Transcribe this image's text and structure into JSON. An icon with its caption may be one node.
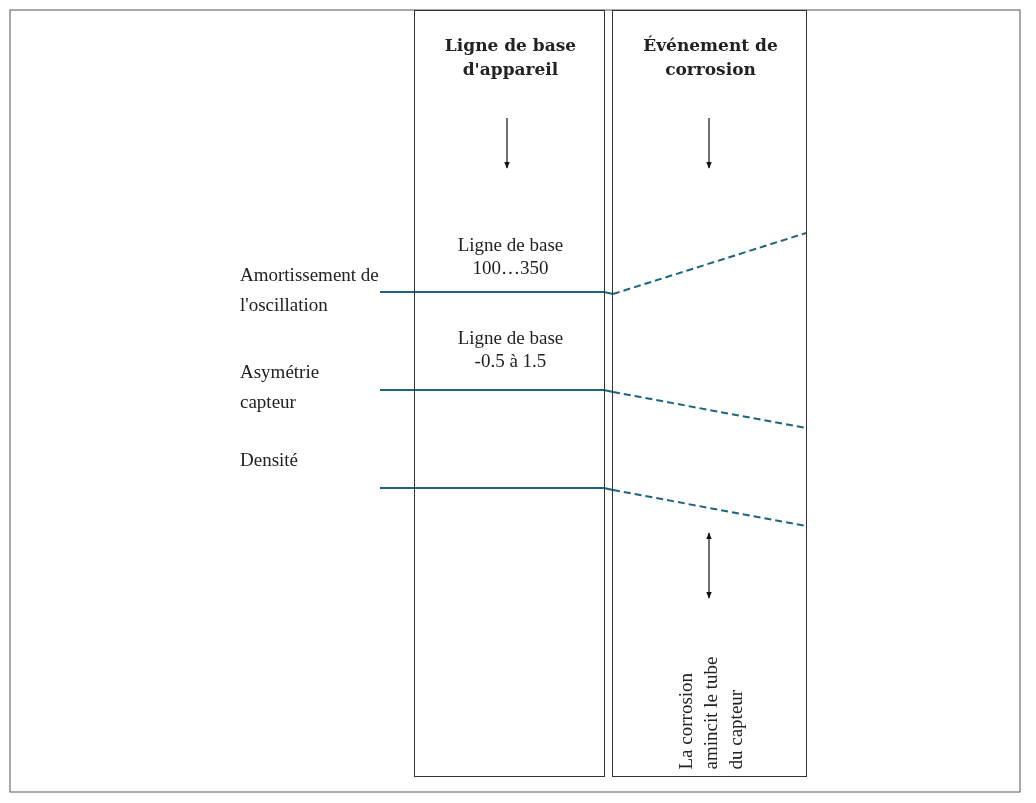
{
  "diagram": {
    "nodes": [
      {
        "text": [
          "Ligne de base d'appareil",
          "Ligne de base 100…350",
          "Ligne de base -0.5 à 1.5"
        ]
      },
      {
        "text": [
          "Événement de corrosion",
          "La corrosion amincit le tube du capteur"
        ]
      }
    ],
    "labels": [
      "Amortissement de l'oscillation",
      "Asymétrie capteur",
      "Densité"
    ]
  }
}
